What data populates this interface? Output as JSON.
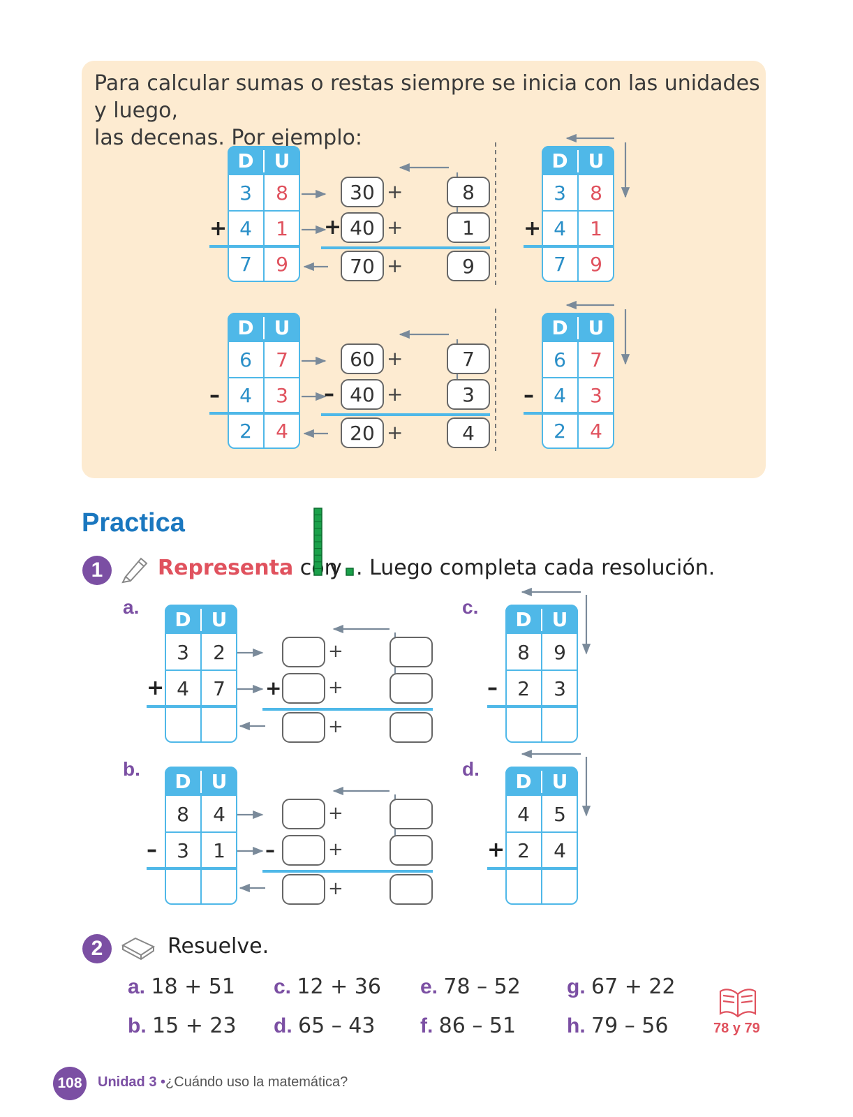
{
  "intro": {
    "line1": "Para calcular sumas o restas siempre se inicia con las unidades y luego,",
    "line2": "las decenas. Por ejemplo:"
  },
  "table_header": {
    "d": "D",
    "u": "U"
  },
  "examples": {
    "sum": {
      "sign": "+",
      "rows": [
        [
          "3",
          "8"
        ],
        [
          "4",
          "1"
        ],
        [
          "7",
          "9"
        ]
      ],
      "decomp": [
        [
          "30",
          "8"
        ],
        [
          "40",
          "1"
        ],
        [
          "70",
          "9"
        ]
      ]
    },
    "sub": {
      "sign": "–",
      "rows": [
        [
          "6",
          "7"
        ],
        [
          "4",
          "3"
        ],
        [
          "2",
          "4"
        ]
      ],
      "decomp": [
        [
          "60",
          "7"
        ],
        [
          "40",
          "3"
        ],
        [
          "20",
          "4"
        ]
      ]
    },
    "plus_symbol": "+"
  },
  "practica": {
    "title": "Practica",
    "ex1": {
      "number": "1",
      "instruction_verb": "Representa",
      "instruction_con": "con",
      "instruction_y": "y",
      "instruction_rest": ". Luego completa cada resolución.",
      "items": [
        {
          "letter": "a.",
          "sign": "+",
          "rows": [
            [
              "3",
              "2"
            ],
            [
              "4",
              "7"
            ]
          ]
        },
        {
          "letter": "b.",
          "sign": "–",
          "rows": [
            [
              "8",
              "4"
            ],
            [
              "3",
              "1"
            ]
          ]
        },
        {
          "letter": "c.",
          "sign": "–",
          "rows": [
            [
              "8",
              "9"
            ],
            [
              "2",
              "3"
            ]
          ]
        },
        {
          "letter": "d.",
          "sign": "+",
          "rows": [
            [
              "4",
              "5"
            ],
            [
              "2",
              "4"
            ]
          ]
        }
      ]
    },
    "ex2": {
      "number": "2",
      "instruction": "Resuelve.",
      "items": [
        {
          "letter": "a.",
          "expr": "18 + 51"
        },
        {
          "letter": "b.",
          "expr": "15 + 23"
        },
        {
          "letter": "c.",
          "expr": "12 + 36"
        },
        {
          "letter": "d.",
          "expr": "65 – 43"
        },
        {
          "letter": "e.",
          "expr": "78 – 52"
        },
        {
          "letter": "f.",
          "expr": "86 – 51"
        },
        {
          "letter": "g.",
          "expr": "67 + 22"
        },
        {
          "letter": "h.",
          "expr": "79 – 56"
        }
      ]
    },
    "book_ref": "78 y 79"
  },
  "footer": {
    "page_number": "108",
    "unit": "Unidad 3",
    "bullet": "•",
    "subtitle": "¿Cuándo uso la matemática?"
  },
  "colors": {
    "box_bg": "#fdebd1",
    "table_blue": "#4fb8e8",
    "decenas_blue": "#2a8fc8",
    "unidades_red": "#e0525e",
    "purple": "#7b4fa3",
    "title_blue": "#1a77bf",
    "green": "#1aa04a"
  },
  "icons": [
    "pencil-icon",
    "eraser-icon",
    "open-book-icon",
    "ten-rod-icon",
    "unit-cube-icon"
  ]
}
